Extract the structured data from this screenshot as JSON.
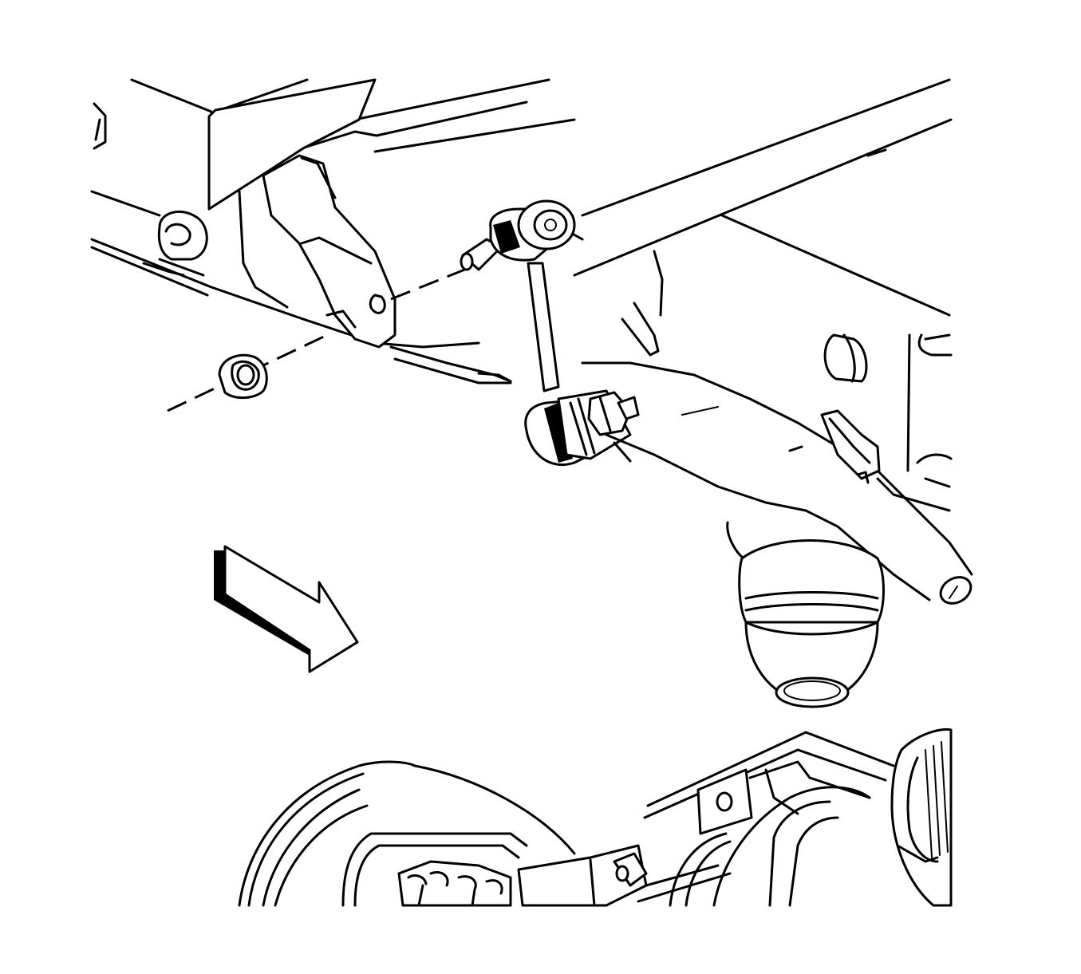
{
  "figure": {
    "background": "#ffffff",
    "line_color": "#000000",
    "components": [
      "vehicle-frame-rail",
      "stabilizer-link",
      "link-nut",
      "stabilizer-bar",
      "bushing-bracket",
      "jounce-bumper",
      "brake-drum",
      "axle-housing",
      "direction-arrow"
    ]
  }
}
